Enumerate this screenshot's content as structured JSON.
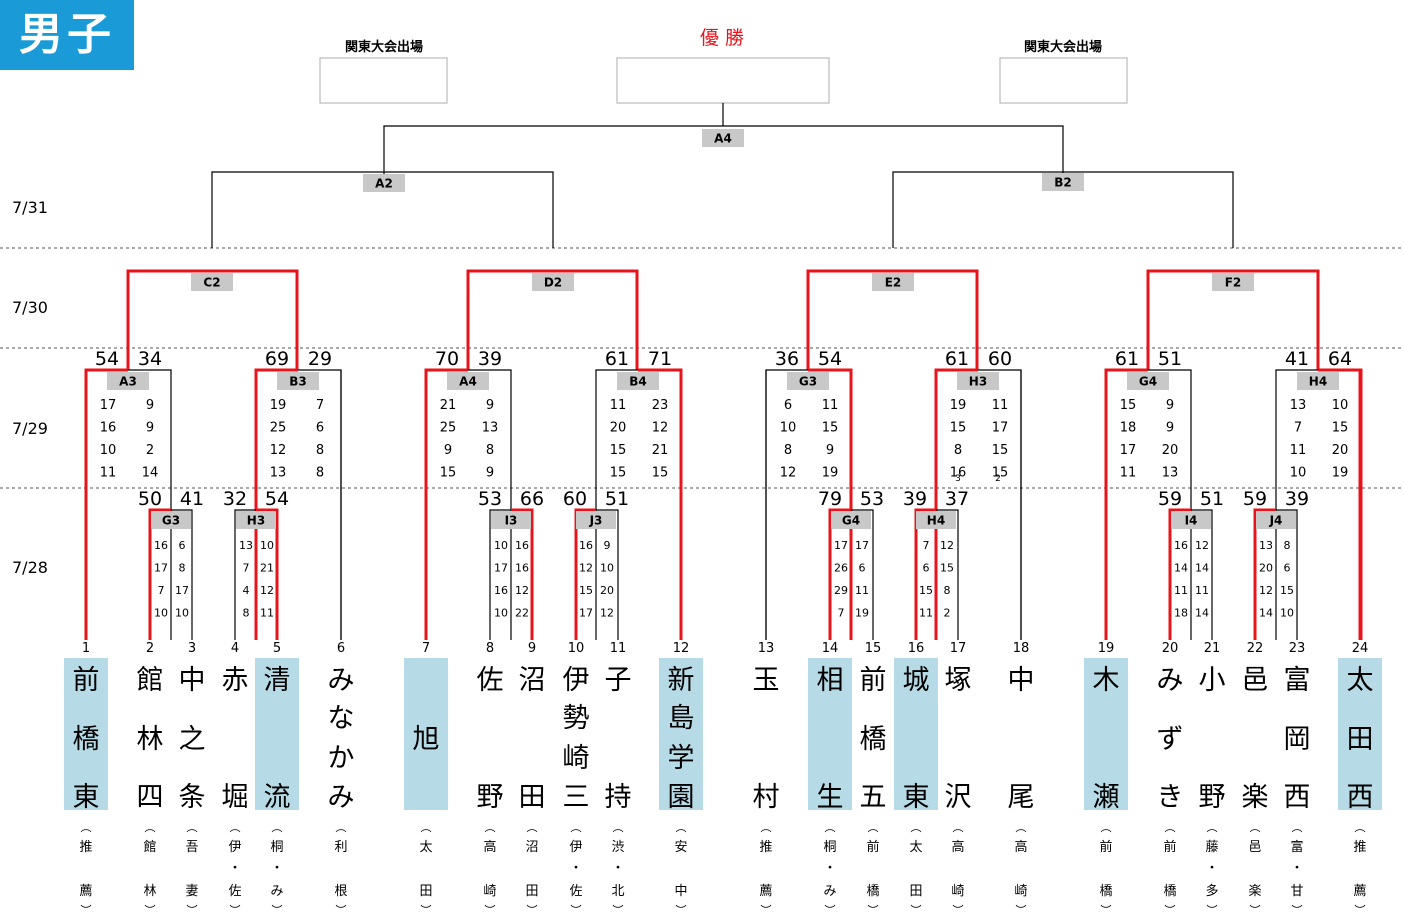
{
  "category": "男子",
  "header": {
    "left_label": "関東大会出場",
    "champion_label": "優 勝",
    "right_label": "関東大会出場"
  },
  "dates": [
    "7/31",
    "7/30",
    "7/29",
    "7/28"
  ],
  "colors": {
    "win_line": "#e8141c",
    "badge_bg": "#1a9ad6",
    "match_box": "#c8c8c8",
    "highlight": "#b6dbe6"
  },
  "teams": [
    {
      "no": "1",
      "name": [
        "前",
        "橋",
        "東"
      ],
      "school": [
        "推",
        "薦"
      ],
      "highlight": true
    },
    {
      "no": "2",
      "name": [
        "館",
        "林",
        "四"
      ],
      "school": [
        "館",
        "林"
      ]
    },
    {
      "no": "3",
      "name": [
        "中",
        "之",
        "条"
      ],
      "school": [
        "吾",
        "妻"
      ]
    },
    {
      "no": "4",
      "name": [
        "赤",
        "",
        "堀"
      ],
      "school": [
        "伊",
        "・",
        "佐"
      ]
    },
    {
      "no": "5",
      "name": [
        "清",
        "",
        "流"
      ],
      "school": [
        "桐",
        "・",
        "み"
      ],
      "highlight": true
    },
    {
      "no": "6",
      "name": [
        "み",
        "な",
        "か",
        "み"
      ],
      "school": [
        "利",
        "根"
      ]
    },
    {
      "no": "7",
      "name": [
        "旭"
      ],
      "school": [
        "太",
        "田"
      ],
      "highlight": true
    },
    {
      "no": "8",
      "name": [
        "佐",
        "",
        "野"
      ],
      "school": [
        "高",
        "崎"
      ]
    },
    {
      "no": "9",
      "name": [
        "沼",
        "",
        "田"
      ],
      "school": [
        "沼",
        "田"
      ]
    },
    {
      "no": "10",
      "name": [
        "伊",
        "勢",
        "崎",
        "三"
      ],
      "school": [
        "伊",
        "・",
        "佐"
      ]
    },
    {
      "no": "11",
      "name": [
        "子",
        "",
        "持"
      ],
      "school": [
        "渋",
        "・",
        "北"
      ]
    },
    {
      "no": "12",
      "name": [
        "新",
        "島",
        "学",
        "園"
      ],
      "school": [
        "安",
        "中"
      ],
      "highlight": true
    },
    {
      "no": "13",
      "name": [
        "玉",
        "",
        "村"
      ],
      "school": [
        "推",
        "薦"
      ]
    },
    {
      "no": "14",
      "name": [
        "相",
        "",
        "生"
      ],
      "school": [
        "桐",
        "・",
        "み"
      ],
      "highlight": true
    },
    {
      "no": "15",
      "name": [
        "前",
        "橋",
        "五"
      ],
      "school": [
        "前",
        "橋"
      ]
    },
    {
      "no": "16",
      "name": [
        "城",
        "",
        "東"
      ],
      "school": [
        "太",
        "田"
      ],
      "highlight": true
    },
    {
      "no": "17",
      "name": [
        "塚",
        "",
        "沢"
      ],
      "school": [
        "高",
        "崎"
      ]
    },
    {
      "no": "18",
      "name": [
        "中",
        "",
        "尾"
      ],
      "school": [
        "高",
        "崎"
      ]
    },
    {
      "no": "19",
      "name": [
        "木",
        "",
        "瀬"
      ],
      "school": [
        "前",
        "橋"
      ],
      "highlight": true
    },
    {
      "no": "20",
      "name": [
        "み",
        "ず",
        "き"
      ],
      "school": [
        "前",
        "橋"
      ]
    },
    {
      "no": "21",
      "name": [
        "小",
        "",
        "野"
      ],
      "school": [
        "藤",
        "・",
        "多"
      ]
    },
    {
      "no": "22",
      "name": [
        "邑",
        "",
        "楽"
      ],
      "school": [
        "邑",
        "楽"
      ]
    },
    {
      "no": "23",
      "name": [
        "富",
        "岡",
        "西"
      ],
      "school": [
        "富",
        "・",
        "甘"
      ]
    },
    {
      "no": "24",
      "name": [
        "太",
        "田",
        "西"
      ],
      "school": [
        "推",
        "薦"
      ],
      "highlight": true
    }
  ],
  "matches": [
    {
      "id": "A4"
    },
    {
      "id": "A2"
    },
    {
      "id": "B2"
    },
    {
      "id": "C2"
    },
    {
      "id": "D2"
    },
    {
      "id": "E2"
    },
    {
      "id": "F2"
    },
    {
      "id": "A3",
      "top": [
        "54",
        "34"
      ],
      "sets": [
        [
          "17",
          "9"
        ],
        [
          "16",
          "9"
        ],
        [
          "10",
          "2"
        ],
        [
          "11",
          "14"
        ]
      ]
    },
    {
      "id": "B3",
      "top": [
        "69",
        "29"
      ],
      "sets": [
        [
          "19",
          "7"
        ],
        [
          "25",
          "6"
        ],
        [
          "12",
          "8"
        ],
        [
          "13",
          "8"
        ]
      ]
    },
    {
      "id": "A4",
      "top": [
        "70",
        "39"
      ],
      "sets": [
        [
          "21",
          "9"
        ],
        [
          "25",
          "13"
        ],
        [
          "9",
          "8"
        ],
        [
          "15",
          "9"
        ]
      ]
    },
    {
      "id": "B4",
      "top": [
        "61",
        "71"
      ],
      "sets": [
        [
          "11",
          "23"
        ],
        [
          "20",
          "12"
        ],
        [
          "15",
          "21"
        ],
        [
          "15",
          "15"
        ]
      ]
    },
    {
      "id": "G3",
      "top": [
        "36",
        "54"
      ],
      "sets": [
        [
          "6",
          "11"
        ],
        [
          "10",
          "15"
        ],
        [
          "8",
          "9"
        ],
        [
          "12",
          "19"
        ]
      ]
    },
    {
      "id": "H3",
      "top": [
        "61",
        "60"
      ],
      "sets": [
        [
          "19",
          "11"
        ],
        [
          "15",
          "17"
        ],
        [
          "8",
          "15"
        ],
        [
          "16",
          "15"
        ]
      ],
      "notes": [
        "3",
        "2"
      ]
    },
    {
      "id": "G4",
      "top": [
        "61",
        "51"
      ],
      "sets": [
        [
          "15",
          "9"
        ],
        [
          "18",
          "9"
        ],
        [
          "17",
          "20"
        ],
        [
          "11",
          "13"
        ]
      ]
    },
    {
      "id": "H4",
      "top": [
        "41",
        "64"
      ],
      "sets": [
        [
          "13",
          "10"
        ],
        [
          "7",
          "15"
        ],
        [
          "11",
          "20"
        ],
        [
          "10",
          "19"
        ]
      ]
    },
    {
      "id": "G3",
      "top": [
        "50",
        "41"
      ],
      "sets": [
        [
          "16",
          "6"
        ],
        [
          "17",
          "8"
        ],
        [
          "7",
          "17"
        ],
        [
          "10",
          "10"
        ]
      ]
    },
    {
      "id": "H3",
      "top": [
        "32",
        "54"
      ],
      "sets": [
        [
          "13",
          "10"
        ],
        [
          "7",
          "21"
        ],
        [
          "4",
          "12"
        ],
        [
          "8",
          "11"
        ]
      ]
    },
    {
      "id": "I3",
      "top": [
        "53",
        "66"
      ],
      "sets": [
        [
          "10",
          "16"
        ],
        [
          "17",
          "16"
        ],
        [
          "16",
          "12"
        ],
        [
          "10",
          "22"
        ]
      ]
    },
    {
      "id": "J3",
      "top": [
        "60",
        "51"
      ],
      "sets": [
        [
          "16",
          "9"
        ],
        [
          "12",
          "10"
        ],
        [
          "15",
          "20"
        ],
        [
          "17",
          "12"
        ]
      ]
    },
    {
      "id": "G4",
      "top": [
        "79",
        "53"
      ],
      "sets": [
        [
          "17",
          "17"
        ],
        [
          "26",
          "6"
        ],
        [
          "29",
          "11"
        ],
        [
          "7",
          "19"
        ]
      ]
    },
    {
      "id": "H4",
      "top": [
        "39",
        "37"
      ],
      "sets": [
        [
          "7",
          "12"
        ],
        [
          "6",
          "15"
        ],
        [
          "15",
          "8"
        ],
        [
          "11",
          "2"
        ]
      ]
    },
    {
      "id": "I4",
      "top": [
        "59",
        "51"
      ],
      "sets": [
        [
          "16",
          "12"
        ],
        [
          "14",
          "14"
        ],
        [
          "11",
          "11"
        ],
        [
          "18",
          "14"
        ]
      ]
    },
    {
      "id": "J4",
      "top": [
        "59",
        "39"
      ],
      "sets": [
        [
          "13",
          "8"
        ],
        [
          "20",
          "6"
        ],
        [
          "12",
          "15"
        ],
        [
          "14",
          "10"
        ]
      ]
    }
  ]
}
